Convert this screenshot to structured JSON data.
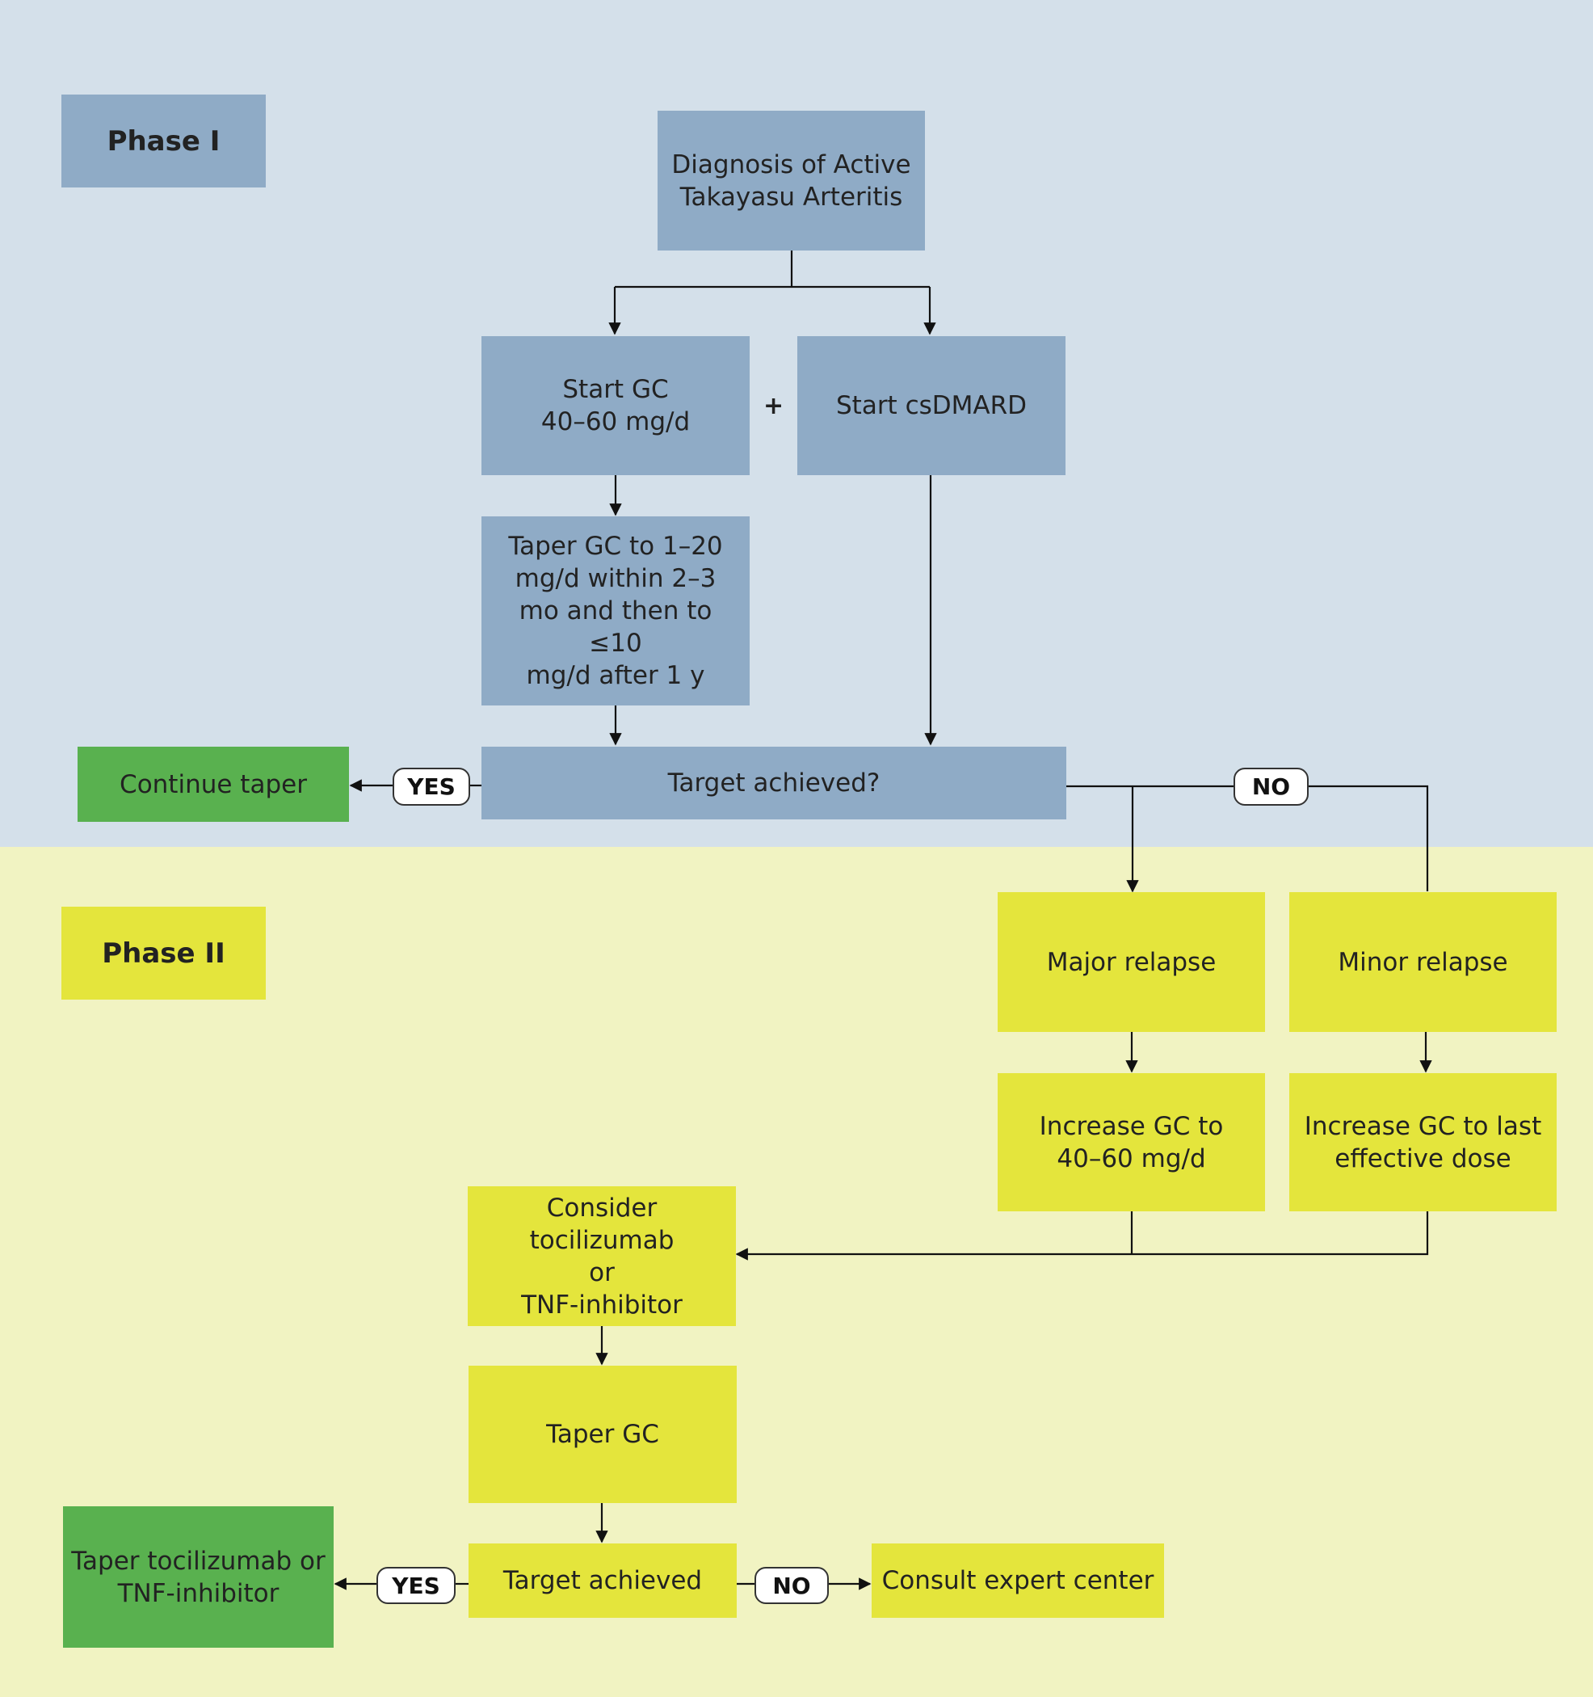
{
  "colors": {
    "phase1_background": "#d4e0ea",
    "phase2_background": "#f1f3c2",
    "phase1_box": "#8fabc6",
    "phase2_box": "#e4e53c",
    "outcome_box": "#59b14f"
  },
  "phase1": {
    "label": "Phase I",
    "diagnosis": "Diagnosis of Active\nTakayasu Arteritis",
    "start_gc": "Start GC\n40–60 mg/d",
    "plus": "+",
    "start_csdmard": "Start csDMARD",
    "taper_gc": "Taper GC to 1–20\nmg/d within 2–3\nmo and then to ≤10\nmg/d after 1 y",
    "target": "Target achieved?",
    "yes": "YES",
    "no": "NO",
    "continue_taper": "Continue taper"
  },
  "phase2": {
    "label": "Phase II",
    "major_relapse": "Major relapse",
    "minor_relapse": "Minor relapse",
    "increase_major": "Increase GC to\n40–60 mg/d",
    "increase_minor": "Increase GC to last\neffective dose",
    "consider": "Consider tocilizumab\nor\nTNF-inhibitor",
    "taper_gc": "Taper GC",
    "target": "Target achieved",
    "yes": "YES",
    "no": "NO",
    "taper_biologic": "Taper tocilizumab or\nTNF-inhibitor",
    "consult": "Consult expert center"
  }
}
